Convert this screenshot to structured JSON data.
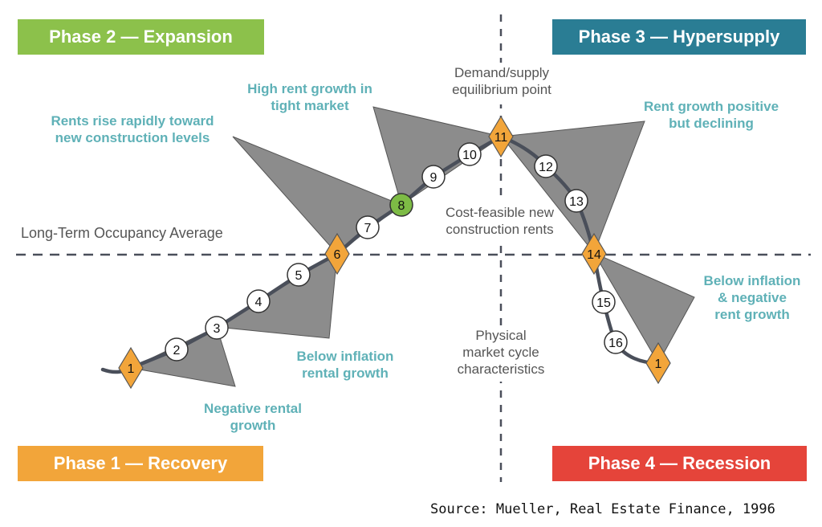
{
  "phases": {
    "p1": {
      "label": "Phase 1 — Recovery",
      "color": "#f2a53a"
    },
    "p2": {
      "label": "Phase 2 — Expansion",
      "color": "#8cc14b"
    },
    "p3": {
      "label": "Phase 3 — Hypersupply",
      "color": "#2a7d94"
    },
    "p4": {
      "label": "Phase 4 — Recession",
      "color": "#e5443a"
    }
  },
  "labels": {
    "occupancy_line": "Long-Term Occupancy Average",
    "equilibrium": [
      "Demand/supply",
      "equilibrium point"
    ],
    "cost_feasible": [
      "Cost-feasible new",
      "construction rents"
    ],
    "physical": [
      "Physical",
      "market cycle",
      "characteristics"
    ],
    "rents_rise": [
      "Rents rise rapidly toward",
      "new construction levels"
    ],
    "high_rent": [
      "High rent growth in",
      "tight market"
    ],
    "rent_positive": [
      "Rent growth positive",
      "but declining"
    ],
    "below_inflation_neg": [
      "Below inflation",
      "& negative",
      "rent growth"
    ],
    "below_inflation_rental": [
      "Below inflation",
      "rental growth"
    ],
    "negative_rental": [
      "Negative rental",
      "growth"
    ]
  },
  "points": [
    {
      "n": "1",
      "kind": "diamond"
    },
    {
      "n": "2",
      "kind": "circle"
    },
    {
      "n": "3",
      "kind": "circle"
    },
    {
      "n": "4",
      "kind": "circle"
    },
    {
      "n": "5",
      "kind": "circle"
    },
    {
      "n": "6",
      "kind": "diamond"
    },
    {
      "n": "7",
      "kind": "circle"
    },
    {
      "n": "8",
      "kind": "green"
    },
    {
      "n": "9",
      "kind": "circle"
    },
    {
      "n": "10",
      "kind": "circle"
    },
    {
      "n": "11",
      "kind": "diamond"
    },
    {
      "n": "12",
      "kind": "circle"
    },
    {
      "n": "13",
      "kind": "circle"
    },
    {
      "n": "14",
      "kind": "diamond"
    },
    {
      "n": "15",
      "kind": "circle"
    },
    {
      "n": "16",
      "kind": "circle"
    },
    {
      "n": "1",
      "kind": "diamond"
    }
  ],
  "colors": {
    "diamond": "#f2a53a",
    "green": "#7dbb45",
    "wedge": "#8c8c8c",
    "curve": "#4a4f5a",
    "teal_text": "#5fb1b7"
  },
  "source": "Source: Mueller, Real Estate Finance, 1996"
}
